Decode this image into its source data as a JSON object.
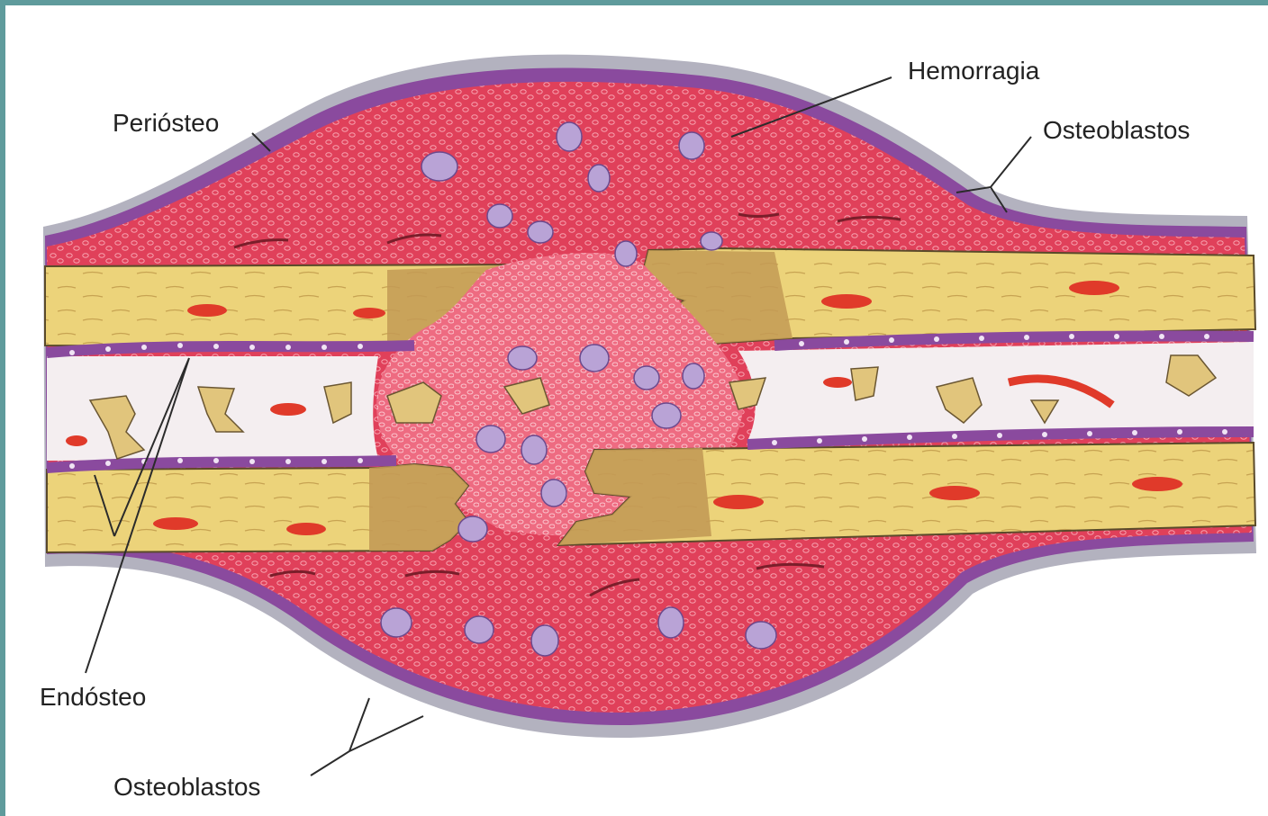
{
  "labels": {
    "periosteo": "Periósteo",
    "hemorragia": "Hemorragia",
    "osteoblastos_top": "Osteoblastos",
    "endosteo": "Endósteo",
    "osteoblastos_bottom": "Osteoblastos"
  },
  "colors": {
    "frame_teal": "#5f9b9c",
    "hemorrhage": "#e0405a",
    "hemorrhage_light": "#f27a8e",
    "bone": "#ecd37a",
    "bone_dark": "#c39a55",
    "periosteum": "#a9a8b6",
    "osteoblast": "#8a4a9e",
    "vessel": "#e03a2a",
    "macrophage": "#b9a3d6",
    "marrow": "#f4eef0"
  },
  "icons": [
    "osteoblast-cell-icon",
    "macrophage-cell-icon",
    "blood-vessel-icon",
    "bone-fragment-icon"
  ]
}
